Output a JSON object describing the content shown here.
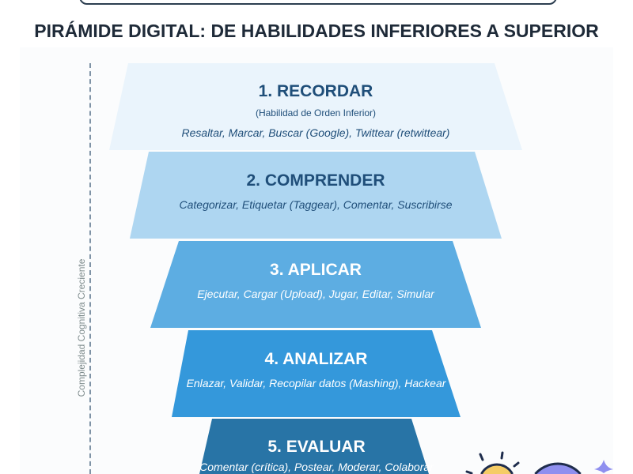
{
  "title": "PIRÁMIDE DIGITAL: DE HABILIDADES INFERIORES A SUPERIOR",
  "axis_label": "Complejidad Cognitiva Creciente",
  "levels": [
    {
      "title": "1. RECORDAR",
      "subtitle": "(Habilidad de Orden Inferior)",
      "desc": "Resaltar, Marcar, Buscar (Google), Twittear (retwittear)",
      "color": "#eaf4fc",
      "text_color": "#1f4e79"
    },
    {
      "title": "2. COMPRENDER",
      "desc": "Categorizar, Etiquetar (Taggear), Comentar, Suscribirse",
      "color": "#aed6f1",
      "text_color": "#1f4e79"
    },
    {
      "title": "3. APLICAR",
      "desc": "Ejecutar, Cargar (Upload), Jugar, Editar, Simular",
      "color": "#5dade2",
      "text_color": "#ffffff"
    },
    {
      "title": "4. ANALIZAR",
      "desc": "Enlazar, Validar, Recopilar datos (Mashing), Hackear",
      "color": "#3498db",
      "text_color": "#ffffff"
    },
    {
      "title": "5. EVALUAR",
      "desc": "Comentar (crítica), Postear, Moderar, Colaborar",
      "color": "#2874a6",
      "text_color": "#ffffff"
    }
  ]
}
